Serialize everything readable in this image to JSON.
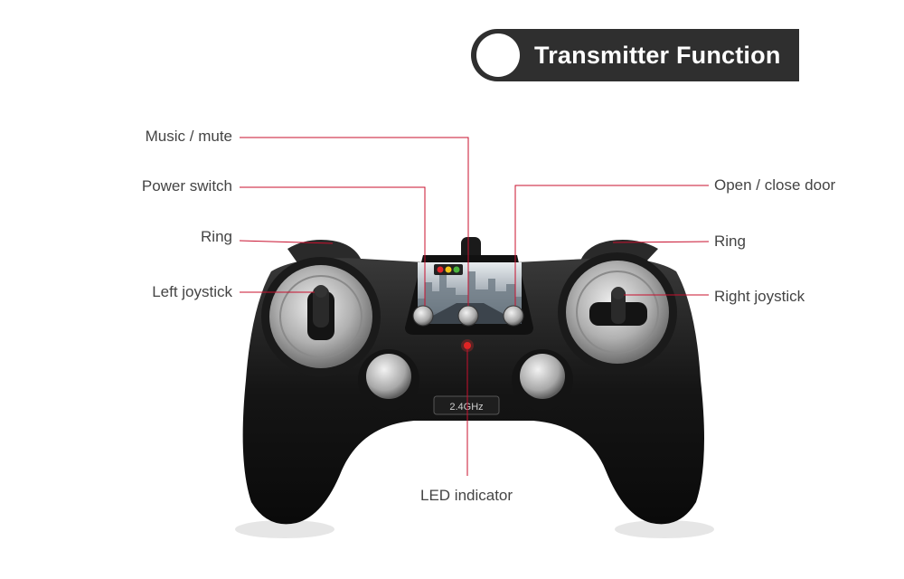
{
  "header": {
    "title": "Transmitter Function"
  },
  "callouts": {
    "music_mute": "Music / mute",
    "power_switch": "Power switch",
    "ring_left": "Ring",
    "left_joystick": "Left joystick",
    "open_close_door": "Open / close door",
    "ring_right": "Ring",
    "right_joystick": "Right joystick",
    "led_indicator": "LED indicator"
  },
  "device": {
    "frequency_label": "2.4GHz"
  },
  "colors": {
    "banner_bg": "#2f2f2f",
    "leader_line": "#c8102e",
    "controller_body": "#1c1c1c",
    "silver": "#b8b8b8"
  }
}
